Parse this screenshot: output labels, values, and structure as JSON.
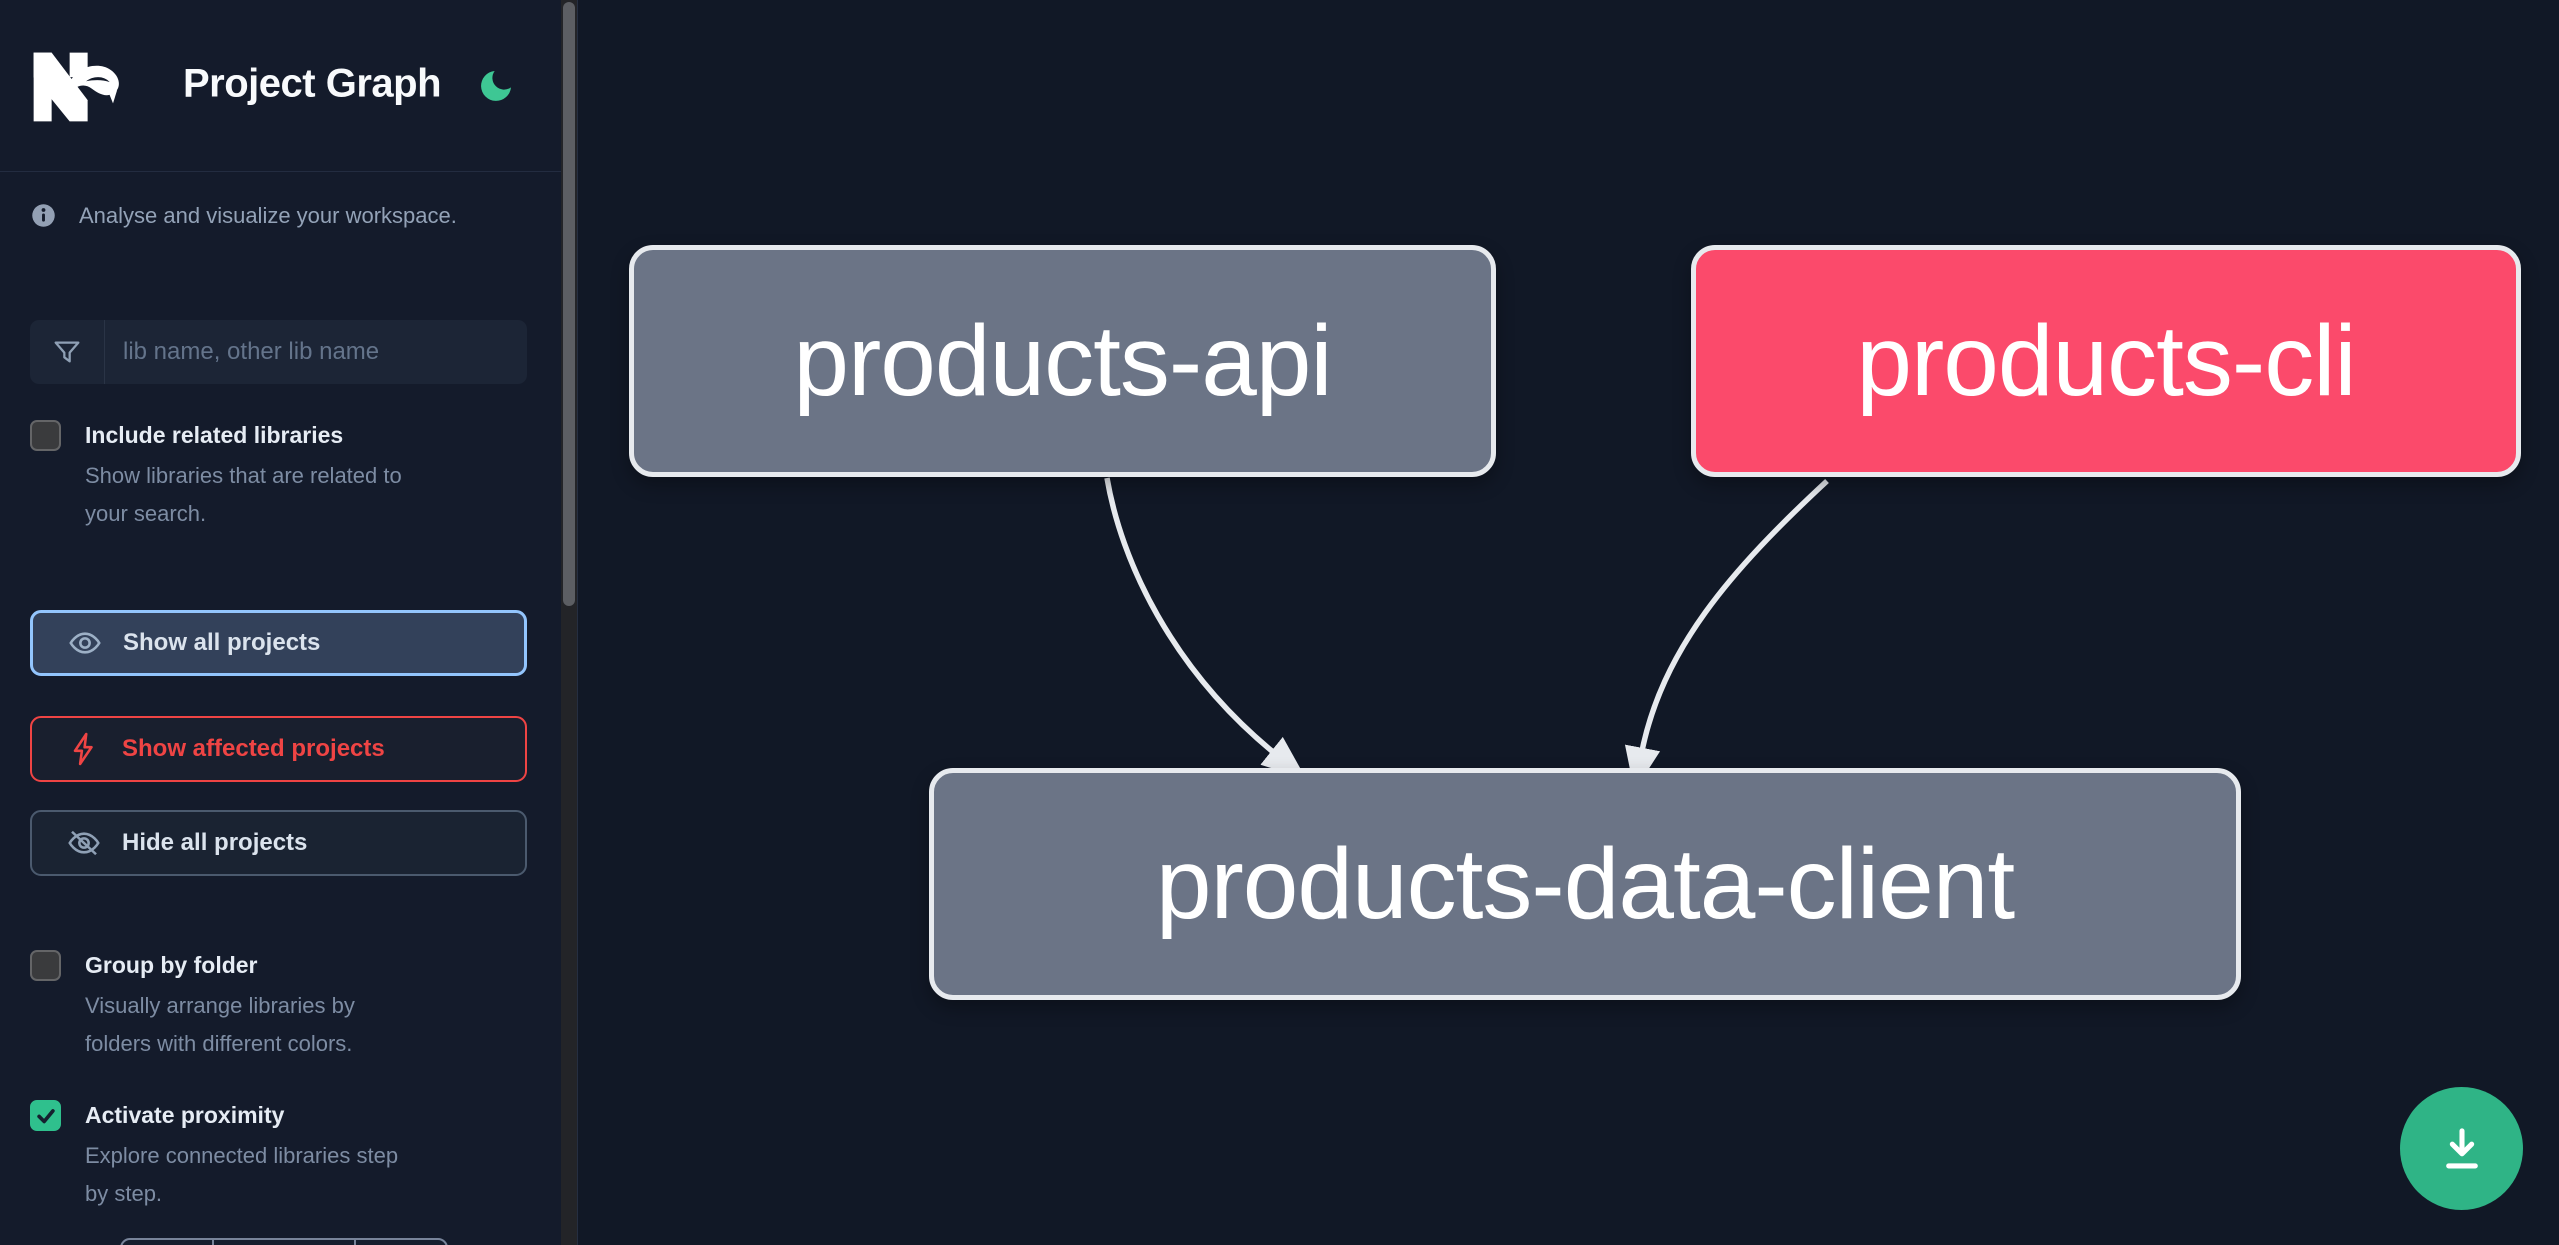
{
  "app": {
    "title": "Project Graph"
  },
  "sidebar": {
    "tagline": "Analyse and visualize your workspace.",
    "search": {
      "placeholder": "lib name, other lib name"
    },
    "toggles": {
      "include_related": {
        "label": "Include related libraries",
        "description": "Show libraries that are related to\nyour search.",
        "checked": false
      },
      "group_by_folder": {
        "label": "Group by folder",
        "description": "Visually arrange libraries by\nfolders with different colors.",
        "checked": false
      },
      "activate_proximity": {
        "label": "Activate proximity",
        "description": "Explore connected libraries step\nby step.",
        "checked": true
      }
    },
    "actions": {
      "show_all": {
        "label": "Show all projects",
        "active": true
      },
      "show_affected": {
        "label": "Show affected projects",
        "active": false
      },
      "hide_all": {
        "label": "Hide all projects",
        "active": false
      }
    }
  },
  "graph": {
    "nodes": [
      {
        "label": "products-api",
        "status": "default"
      },
      {
        "label": "products-cli",
        "status": "affected"
      },
      {
        "label": "products-data-client",
        "status": "default"
      }
    ],
    "edges": [
      {
        "source": "products-api",
        "target": "products-data-client"
      },
      {
        "source": "products-cli",
        "target": "products-data-client"
      }
    ]
  },
  "colors": {
    "accent_green": "#3ec794",
    "fab_green": "#2fb486",
    "affected_red": "#ef4444",
    "node_affected_pink": "#fb4a6b",
    "node_gray": "#6b7486",
    "active_border_blue": "#93c5fd",
    "edge_gray": "#e7eaee",
    "sidebar_bg": "#141b2b",
    "canvas_bg": "#111826"
  }
}
